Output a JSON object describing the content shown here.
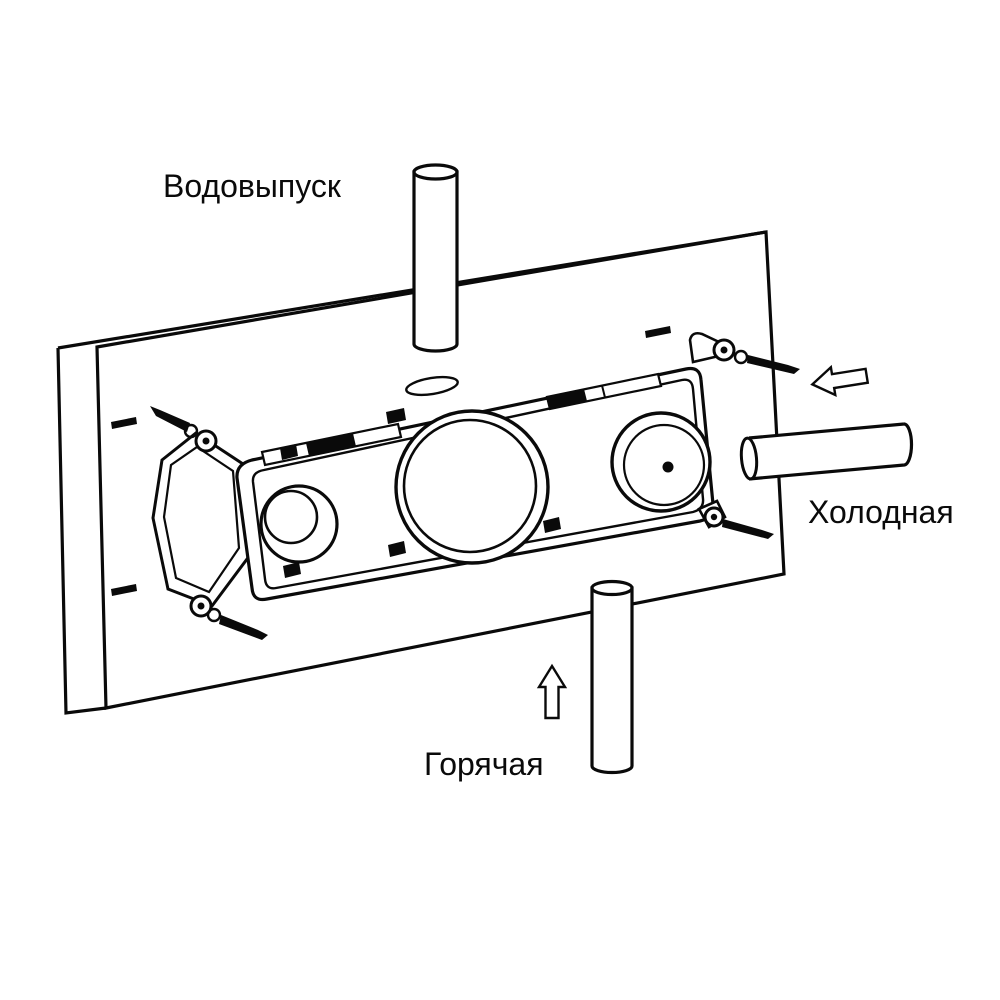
{
  "diagram": {
    "labels": {
      "outlet": "Водовыпуск",
      "cold": "Холодная",
      "hot": "Горячая"
    },
    "arrows": [
      {
        "name": "cold-inlet-arrow",
        "direction": "left"
      },
      {
        "name": "hot-inlet-arrow",
        "direction": "up"
      }
    ],
    "colors": {
      "line": "#0a0a0a",
      "background": "#ffffff"
    }
  }
}
